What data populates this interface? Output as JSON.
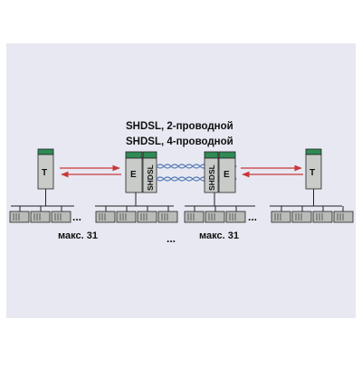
{
  "title_line1": "SHDSL, 2-проводной",
  "title_line2": "SHDSL, 4-проводной",
  "labels": {
    "terminal": "T",
    "extender": "E",
    "shdsl": "SHDSL",
    "max_left": "макс. 31",
    "max_right": "макс. 31",
    "dots": "...",
    "dots_middle": "..."
  },
  "colors": {
    "panel": "#e7e8f1",
    "device_body": "#c9cbc9",
    "device_top": "#2f8a55",
    "arrow": "#c8383a",
    "cable": "#5b7fb5",
    "line": "#222222",
    "module": "#b9bdb9"
  }
}
